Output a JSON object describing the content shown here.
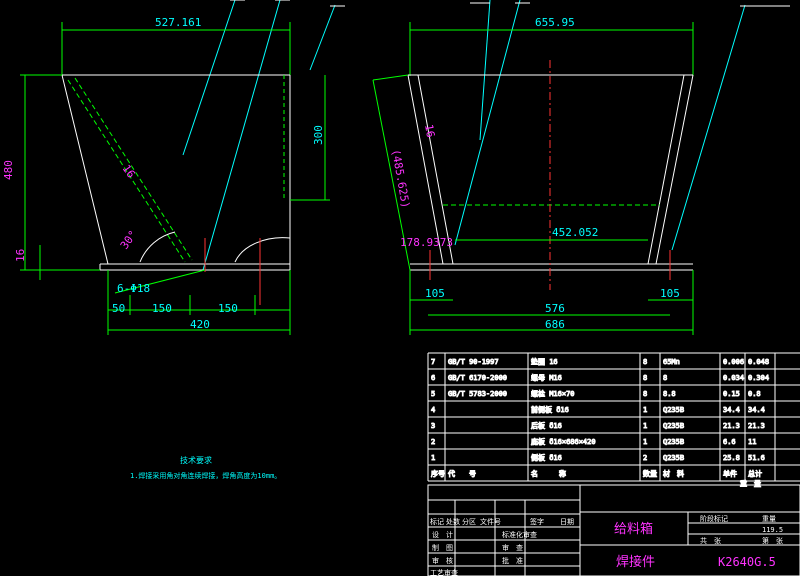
{
  "left_view": {
    "dims": {
      "top_width": "527.161",
      "height_total": "480",
      "height_right": "300",
      "bottom_thk": "16",
      "slope_thk": "16",
      "angle": "30°",
      "holes": "6-Φ18",
      "d50": "50",
      "d150a": "150",
      "d150b": "150",
      "d420": "420"
    }
  },
  "right_view": {
    "dims": {
      "top_width": "655.95",
      "slope_len": "(485.625)",
      "thk": "16",
      "offset": "178.9373",
      "mid_width": "452.052",
      "left_foot": "105",
      "right_foot": "105",
      "base": "576",
      "total": "686"
    }
  },
  "tech_notes": {
    "title": "技术要求",
    "line1": "1.焊接采用角对角连续焊接，焊角高度为10mm。"
  },
  "parts_table": {
    "rows": [
      {
        "no": "7",
        "code": "GB/T 90-1997",
        "name": "垫圈 16",
        "qty": "8",
        "mat": "65Mn",
        "unit": "0.006",
        "total": "0.048"
      },
      {
        "no": "6",
        "code": "GB/T 6170-2000",
        "name": "螺母 M16",
        "qty": "8",
        "mat": "8",
        "unit": "0.034",
        "total": "0.304"
      },
      {
        "no": "5",
        "code": "GB/T 5783-2000",
        "name": "螺栓 M16×70",
        "qty": "8",
        "mat": "8.8",
        "unit": "0.15",
        "total": "0.8"
      },
      {
        "no": "4",
        "code": "",
        "name": "前侧板 δ16",
        "qty": "1",
        "mat": "Q235B",
        "unit": "34.4",
        "total": "34.4"
      },
      {
        "no": "3",
        "code": "",
        "name": "后板 δ16",
        "qty": "1",
        "mat": "Q235B",
        "unit": "21.3",
        "total": "21.3"
      },
      {
        "no": "2",
        "code": "",
        "name": "底板 δ16×686×420",
        "qty": "1",
        "mat": "Q235B",
        "unit": "6.6",
        "total": "11"
      },
      {
        "no": "1",
        "code": "",
        "name": "侧板 δ16",
        "qty": "2",
        "mat": "Q235B",
        "unit": "25.8",
        "total": "51.6"
      }
    ],
    "header": {
      "no": "序号",
      "code": "代　　号",
      "name": "名　　　称",
      "qty": "数量",
      "mat": "材　料",
      "unit": "单件",
      "total": "总计",
      "weight": "重　量"
    }
  },
  "title_block": {
    "part_name": "给料箱",
    "doc_type": "焊接件",
    "drawing_no": "K2640G.5",
    "weight": "119.5",
    "stage_label": "阶段标记",
    "weight_label": "重量",
    "sheets_label": "共　张",
    "sheet_label": "第　张",
    "revision_header": [
      "标记",
      "处数",
      "分区",
      "文件号",
      "签字",
      "日期"
    ],
    "roles": [
      "设　计",
      "制　图",
      "审　核",
      "工艺审查"
    ],
    "std_label": "标准化审查",
    "check_label": "审　查",
    "approve_label": "批　准"
  },
  "colors": {
    "outline": "#ffffff",
    "dim": "#00ff00",
    "text_cyan": "#00ffff",
    "text_magenta": "#ff33ff",
    "center": "#ff3333",
    "leader": "#00ffff",
    "dashed": "#00ff00"
  }
}
